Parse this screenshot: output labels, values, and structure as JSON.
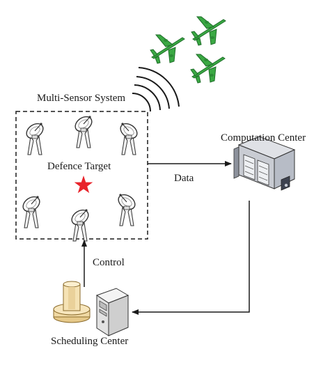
{
  "diagram": {
    "multi_sensor_label": "Multi-Sensor System",
    "defence_target_label": "Defence Target",
    "computation_center_label": "Computation Center",
    "scheduling_center_label": "Scheduling Center",
    "data_label": "Data",
    "control_label": "Control"
  },
  "colors": {
    "aircraft": "#3aa843",
    "aircraft_dark": "#1f6e2a",
    "target_star": "#e8242b",
    "line": "#1a1a1a"
  },
  "icons": {
    "aircraft": "airplane-icon",
    "radar": "radar-dish-icon",
    "server": "server-icon",
    "computer": "desktop-computer-icon",
    "target": "star-icon",
    "signal": "signal-waves-icon"
  }
}
